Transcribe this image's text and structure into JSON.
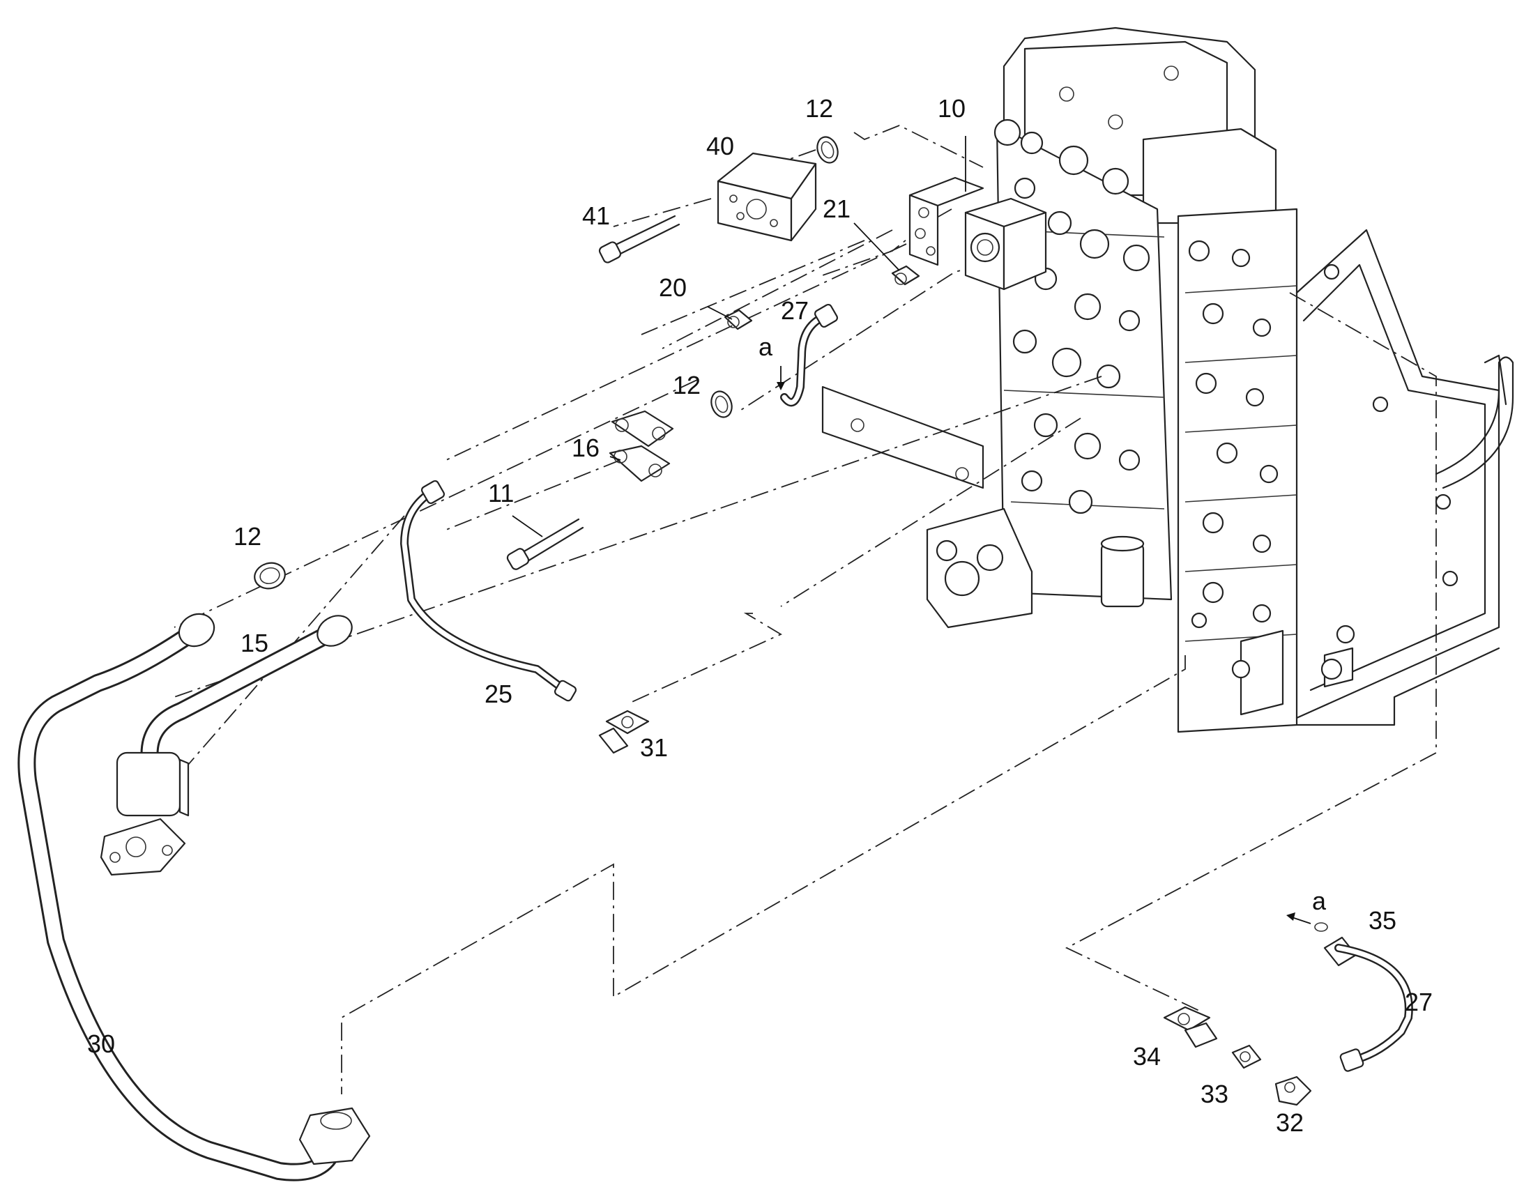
{
  "labels": {
    "p10": "10",
    "p11": "11",
    "p12a": "12",
    "p12b": "12",
    "p12c": "12",
    "p15": "15",
    "p16": "16",
    "p20": "20",
    "p21": "21",
    "p25": "25",
    "p27a": "27",
    "p27b": "27",
    "p30": "30",
    "p31": "31",
    "p32": "32",
    "p33": "33",
    "p34": "34",
    "p35": "35",
    "p40": "40",
    "p41": "41",
    "marker_a1": "a",
    "marker_a2": "a"
  },
  "colors": {
    "line": "#222222",
    "background": "#ffffff"
  }
}
